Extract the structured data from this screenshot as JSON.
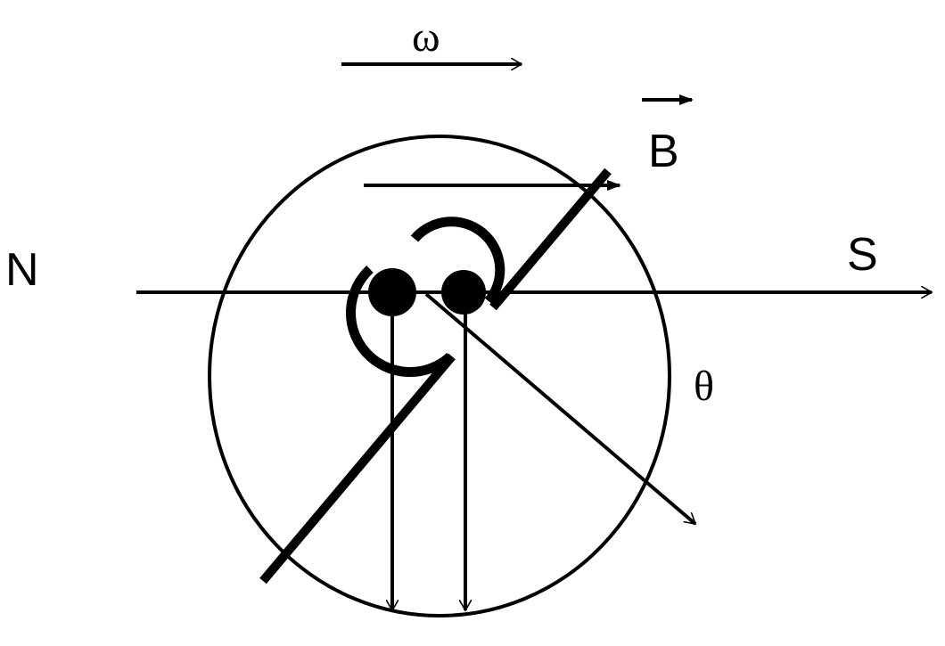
{
  "labels": {
    "omega": "ω",
    "field": "B",
    "north": "N",
    "south": "S",
    "theta": "θ"
  },
  "colors": {
    "ink": "#000000",
    "background": "#ffffff"
  }
}
